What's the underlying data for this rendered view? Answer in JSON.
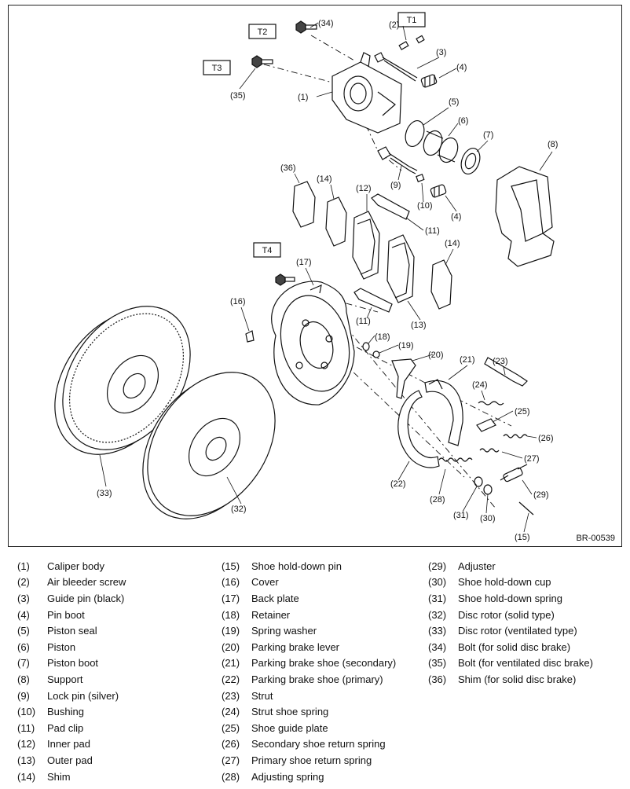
{
  "figure_code": "BR-00539",
  "torque_tags": [
    "T1",
    "T2",
    "T3",
    "T4"
  ],
  "callouts": [
    "(1)",
    "(2)",
    "(3)",
    "(4)",
    "(5)",
    "(6)",
    "(7)",
    "(8)",
    "(9)",
    "(10)",
    "(11)",
    "(12)",
    "(13)",
    "(14)",
    "(15)",
    "(16)",
    "(17)",
    "(18)",
    "(19)",
    "(20)",
    "(21)",
    "(22)",
    "(23)",
    "(24)",
    "(25)",
    "(26)",
    "(27)",
    "(28)",
    "(29)",
    "(30)",
    "(31)",
    "(32)",
    "(33)",
    "(34)",
    "(35)",
    "(36)"
  ],
  "legend": [
    {
      "num": "(1)",
      "label": "Caliper body"
    },
    {
      "num": "(2)",
      "label": "Air bleeder screw"
    },
    {
      "num": "(3)",
      "label": "Guide pin (black)"
    },
    {
      "num": "(4)",
      "label": "Pin boot"
    },
    {
      "num": "(5)",
      "label": "Piston seal"
    },
    {
      "num": "(6)",
      "label": "Piston"
    },
    {
      "num": "(7)",
      "label": "Piston boot"
    },
    {
      "num": "(8)",
      "label": "Support"
    },
    {
      "num": "(9)",
      "label": "Lock pin (silver)"
    },
    {
      "num": "(10)",
      "label": "Bushing"
    },
    {
      "num": "(11)",
      "label": "Pad clip"
    },
    {
      "num": "(12)",
      "label": "Inner pad"
    },
    {
      "num": "(13)",
      "label": "Outer pad"
    },
    {
      "num": "(14)",
      "label": "Shim"
    },
    {
      "num": "(15)",
      "label": "Shoe hold-down pin"
    },
    {
      "num": "(16)",
      "label": "Cover"
    },
    {
      "num": "(17)",
      "label": "Back plate"
    },
    {
      "num": "(18)",
      "label": "Retainer"
    },
    {
      "num": "(19)",
      "label": "Spring washer"
    },
    {
      "num": "(20)",
      "label": "Parking brake lever"
    },
    {
      "num": "(21)",
      "label": "Parking brake shoe (secondary)"
    },
    {
      "num": "(22)",
      "label": "Parking brake shoe (primary)"
    },
    {
      "num": "(23)",
      "label": "Strut"
    },
    {
      "num": "(24)",
      "label": "Strut shoe spring"
    },
    {
      "num": "(25)",
      "label": "Shoe guide plate"
    },
    {
      "num": "(26)",
      "label": "Secondary shoe return spring"
    },
    {
      "num": "(27)",
      "label": "Primary shoe return spring"
    },
    {
      "num": "(28)",
      "label": "Adjusting spring"
    },
    {
      "num": "(29)",
      "label": "Adjuster"
    },
    {
      "num": "(30)",
      "label": "Shoe hold-down cup"
    },
    {
      "num": "(31)",
      "label": "Shoe hold-down spring"
    },
    {
      "num": "(32)",
      "label": "Disc rotor (solid type)"
    },
    {
      "num": "(33)",
      "label": "Disc rotor (ventilated type)"
    },
    {
      "num": "(34)",
      "label": "Bolt (for solid disc brake)"
    },
    {
      "num": "(35)",
      "label": "Bolt (for ventilated disc brake)"
    },
    {
      "num": "(36)",
      "label": "Shim (for solid disc brake)"
    }
  ]
}
